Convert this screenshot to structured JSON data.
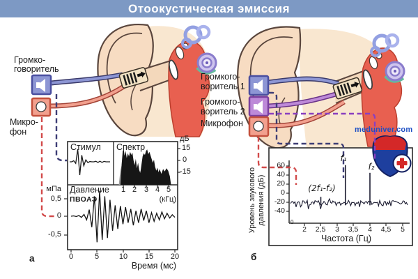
{
  "title": {
    "text": "Отоокустическая эмиссия"
  },
  "watermark": {
    "site": "meduniver.com"
  },
  "colors": {
    "titlebar": "#7d99c4",
    "speaker_box": "#8d96d4",
    "speaker2_box": "#bd8ad8",
    "mic_box": "#f2a08e",
    "dashed_navy": "#3d3d75",
    "dashed_red": "#d24a4a",
    "dashed_purple": "#8a3fc0",
    "logo_blue": "#1e3f9e",
    "logo_red": "#d42828",
    "link_blue": "#1d4fc4"
  },
  "left_panel": {
    "speaker_label_line1": "Громко-",
    "speaker_label_line2": "говоритель",
    "mic_label_line1": "Микро-",
    "mic_label_line2": "фон",
    "panel_letter": "а"
  },
  "right_panel": {
    "speaker1_label_line1": "Громкого-",
    "speaker1_label_line2": "воритель 1",
    "speaker2_label_line1": "Громкого-",
    "speaker2_label_line2": "воритель 2",
    "mic_label": "Микрофон",
    "panel_letter": "б"
  },
  "chart_data": [
    {
      "id": "teoae-left-chart",
      "type": "line",
      "panels": {
        "stimulus": {
          "title": "Стимул",
          "samples": [
            0,
            0,
            0.08,
            -0.12,
            0.95,
            -1,
            0.5,
            -0.3,
            0.15,
            -0.06,
            0.02,
            0,
            0,
            0.04,
            -0.05,
            0.05,
            -0.04,
            0.03,
            0,
            0,
            0
          ]
        },
        "spectrum": {
          "title": "Спектр",
          "db_unit": "дБ",
          "db_ticks": [
            "15",
            "0",
            "-15"
          ],
          "freq_ticks": [
            "1",
            "2",
            "3",
            "4",
            "5"
          ],
          "freq_unit": "(кГц)",
          "xlim_khz": [
            0.6,
            5.2
          ],
          "black_fill_fdb": [
            [
              0.75,
              -31
            ],
            [
              0.85,
              -5
            ],
            [
              0.95,
              12
            ],
            [
              1.05,
              14
            ],
            [
              1.1,
              6
            ],
            [
              1.2,
              12
            ],
            [
              1.3,
              3
            ],
            [
              1.4,
              9
            ],
            [
              1.5,
              5
            ],
            [
              1.6,
              11
            ],
            [
              1.7,
              7
            ],
            [
              1.8,
              10
            ],
            [
              1.9,
              0
            ],
            [
              2.0,
              -6
            ],
            [
              2.1,
              2
            ],
            [
              2.2,
              -10
            ],
            [
              2.3,
              -3
            ],
            [
              2.4,
              -12
            ],
            [
              2.5,
              -16
            ],
            [
              2.6,
              -5
            ],
            [
              2.7,
              5
            ],
            [
              2.8,
              9
            ],
            [
              2.9,
              7
            ],
            [
              3.0,
              12
            ],
            [
              3.1,
              14
            ],
            [
              3.2,
              8
            ],
            [
              3.3,
              11
            ],
            [
              3.45,
              4
            ],
            [
              3.6,
              -3
            ],
            [
              3.7,
              1
            ],
            [
              3.8,
              -8
            ],
            [
              3.9,
              -13
            ],
            [
              4.0,
              -9
            ],
            [
              4.1,
              -15
            ],
            [
              4.2,
              -11
            ],
            [
              4.35,
              -17
            ],
            [
              4.5,
              -11
            ],
            [
              4.65,
              -14
            ],
            [
              4.8,
              -10
            ],
            [
              4.95,
              -13
            ],
            [
              5.1,
              -20
            ],
            [
              5.2,
              -31
            ]
          ],
          "gray_fill_fdb": [
            [
              0.6,
              -31
            ],
            [
              0.75,
              -12
            ],
            [
              0.9,
              -4
            ],
            [
              1.1,
              -14
            ],
            [
              1.3,
              -8
            ],
            [
              1.5,
              -18
            ],
            [
              1.7,
              -10
            ],
            [
              1.9,
              -20
            ],
            [
              2.1,
              -13
            ],
            [
              2.3,
              -22
            ],
            [
              2.5,
              -14
            ],
            [
              2.7,
              -9
            ],
            [
              2.9,
              -16
            ],
            [
              3.1,
              -10
            ],
            [
              3.3,
              -18
            ],
            [
              3.5,
              -12
            ],
            [
              3.7,
              -20
            ],
            [
              3.9,
              -15
            ],
            [
              4.1,
              -21
            ],
            [
              4.3,
              -16
            ],
            [
              4.5,
              -23
            ],
            [
              4.7,
              -18
            ],
            [
              4.9,
              -24
            ],
            [
              5.1,
              -26
            ],
            [
              5.2,
              -31
            ]
          ]
        },
        "pressure": {
          "label1": "Давление",
          "label2": "ПВОАЭ",
          "unit": "мПа",
          "y_ticks": [
            "0,5",
            "0",
            "-0,5"
          ],
          "time_ticks": [
            "0",
            "5",
            "10",
            "15",
            "20"
          ],
          "xlabel": "Время (мс)",
          "time_step_ms": 0.5,
          "samples_mpa": [
            0,
            0.01,
            -0.01,
            0.02,
            -0.03,
            0.05,
            -0.1,
            0.18,
            -0.3,
            0.55,
            -0.72,
            0.7,
            -0.65,
            0.55,
            -0.6,
            0.45,
            -0.4,
            0.3,
            -0.35,
            0.28,
            -0.22,
            0.25,
            -0.18,
            0.2,
            -0.25,
            0.15,
            -0.18,
            0.2,
            -0.12,
            0.15,
            -0.18,
            0.1,
            -0.14,
            0.08,
            -0.1,
            0.12,
            -0.07,
            0.08,
            -0.05,
            0.04,
            -0.03
          ]
        }
      }
    },
    {
      "id": "dpoae-right-chart",
      "type": "line",
      "ylabel_line1": "Уровень звукового",
      "ylabel_line2": "давления (дБ)",
      "xlabel": "Частота (Гц)",
      "y_ticks": [
        "60",
        "40",
        "20",
        "0",
        "-20",
        "-40"
      ],
      "x_ticks": [
        "2",
        "2,5",
        "3",
        "3,5",
        "4",
        "4,5",
        "5"
      ],
      "origin_label": "0",
      "xlim": [
        1.55,
        5.2
      ],
      "ylim_db": [
        -66,
        75
      ],
      "noise_floor_db": -22,
      "peaks": [
        {
          "label": "f₁",
          "freq": 3.25,
          "level_db": 62
        },
        {
          "label": "f₂",
          "freq": 4.0,
          "level_db": 45
        },
        {
          "label": "(2f₁-f₂)",
          "freq": 2.5,
          "level_db": -8
        }
      ]
    }
  ]
}
